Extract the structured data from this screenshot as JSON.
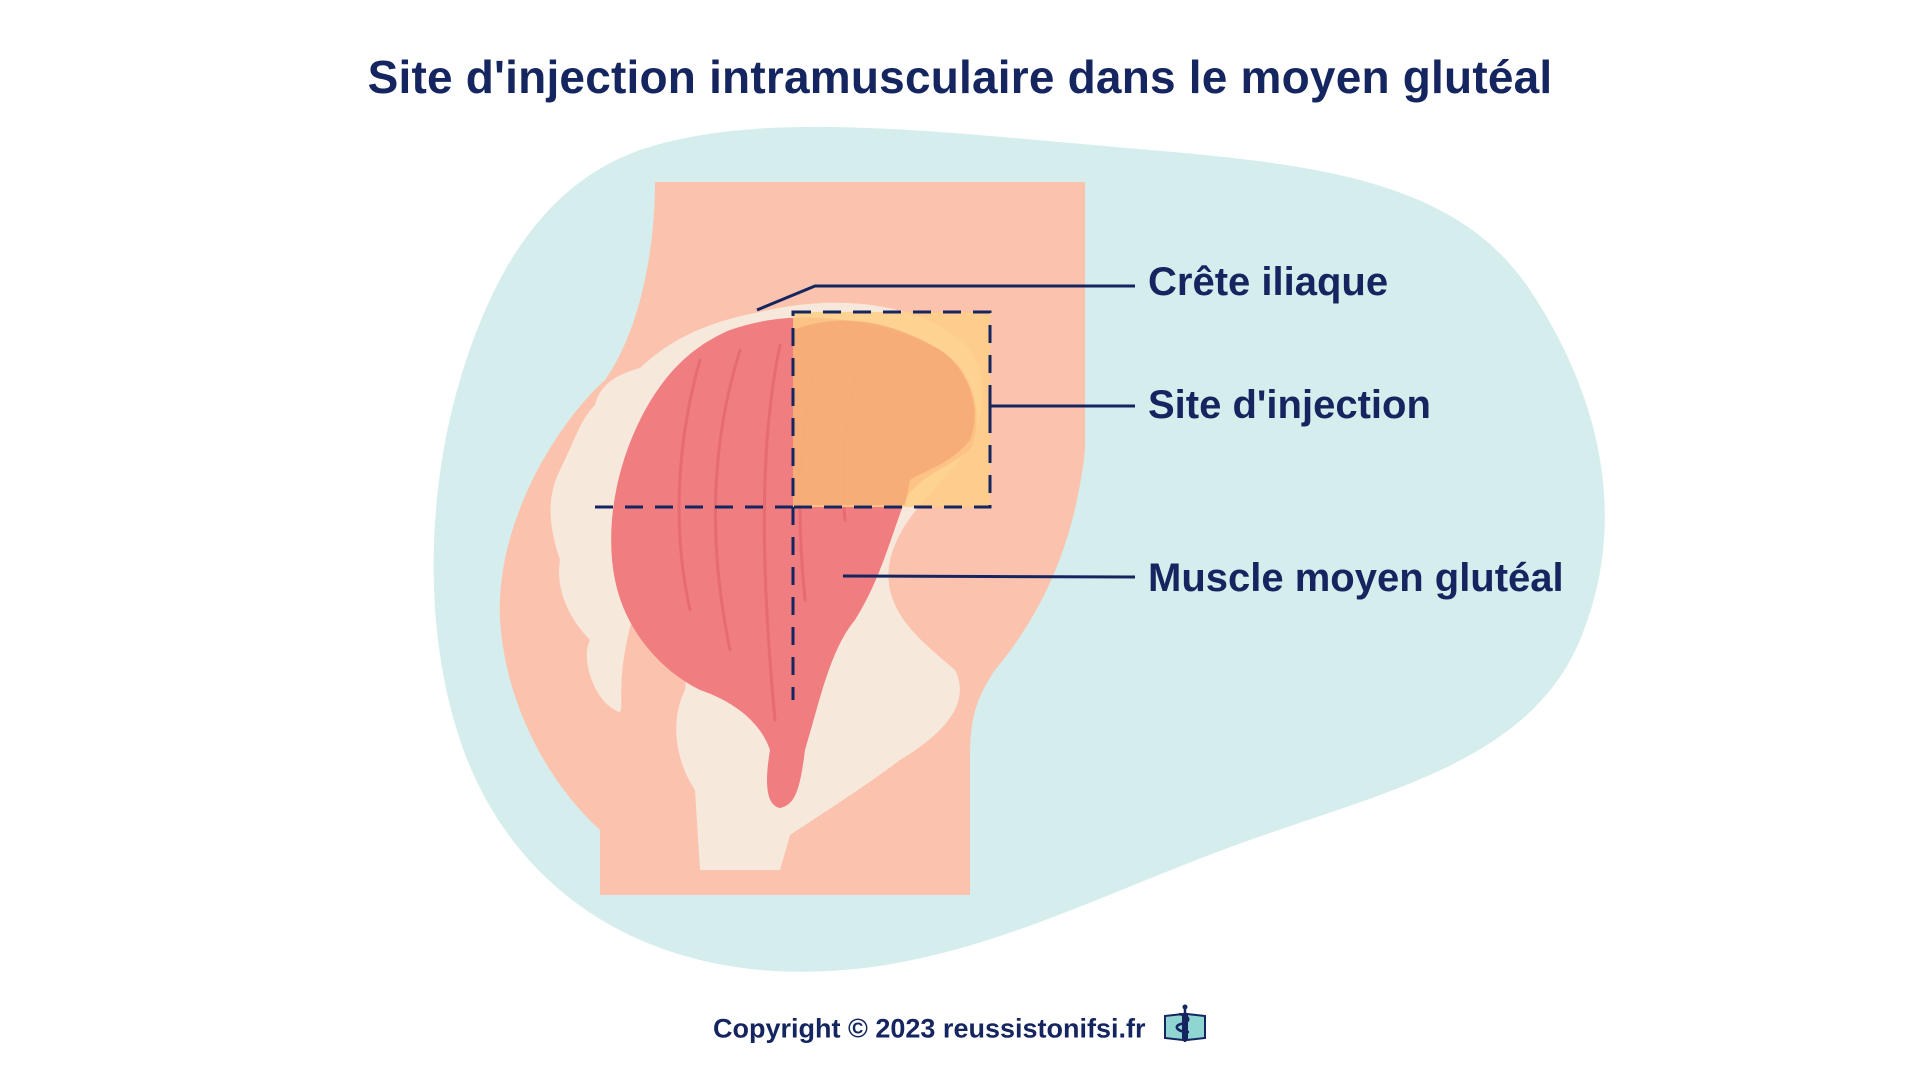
{
  "title": "Site d'injection intramusculaire dans le moyen glutéal",
  "labels": {
    "iliac_crest": "Crête iliaque",
    "injection_site": "Site d'injection",
    "gluteus_medius": "Muscle moyen glutéal"
  },
  "footer": {
    "copyright": "Copyright © 2023 reussistonifsi.fr",
    "logo_icon": "book-caduceus-icon"
  },
  "colors": {
    "title": "#15255f",
    "background_blob": "#d5eeed",
    "skin": "#fbc3ae",
    "bone": "#f7e8dc",
    "muscle": "#f07d80",
    "injection_zone": "#ffcf85",
    "guide_lines": "#15255f"
  }
}
